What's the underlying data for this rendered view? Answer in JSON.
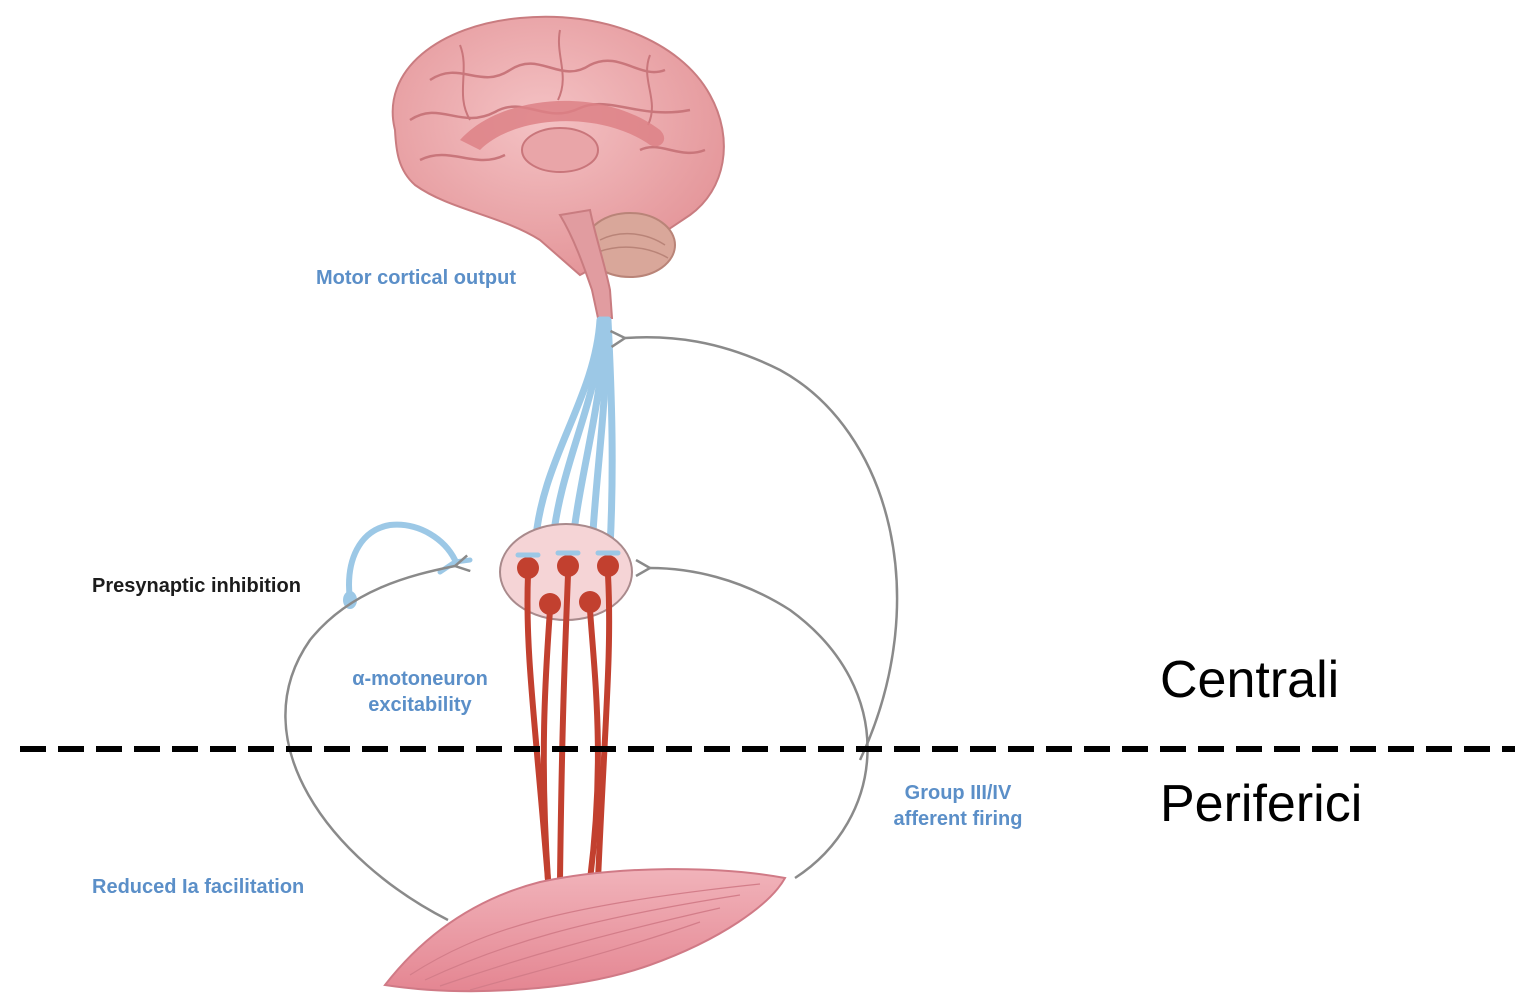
{
  "labels": {
    "motor_cortical_output": "Motor cortical output",
    "presynaptic_inhibition": "Presynaptic inhibition",
    "alpha_motoneuron_line1": "α-motoneuron",
    "alpha_motoneuron_line2": "excitability",
    "group_line1": "Group III/IV",
    "group_line2": "afferent firing",
    "reduced_ia": "Reduced Ia facilitation"
  },
  "regions": {
    "central": "Centrali",
    "peripheral": "Periferici"
  },
  "colors": {
    "brain": "#e8a0a3",
    "brain_dark": "#c56d72",
    "nerve_blue": "#9cc8e6",
    "nerve_red": "#c2402f",
    "muscle": "#e99aa4",
    "arrow": "#8a8a8a",
    "label_blue": "#5b8fc8"
  },
  "icons": [
    "brain-icon",
    "motoneuron-pool-icon",
    "muscle-icon",
    "presynaptic-terminal-icon"
  ]
}
